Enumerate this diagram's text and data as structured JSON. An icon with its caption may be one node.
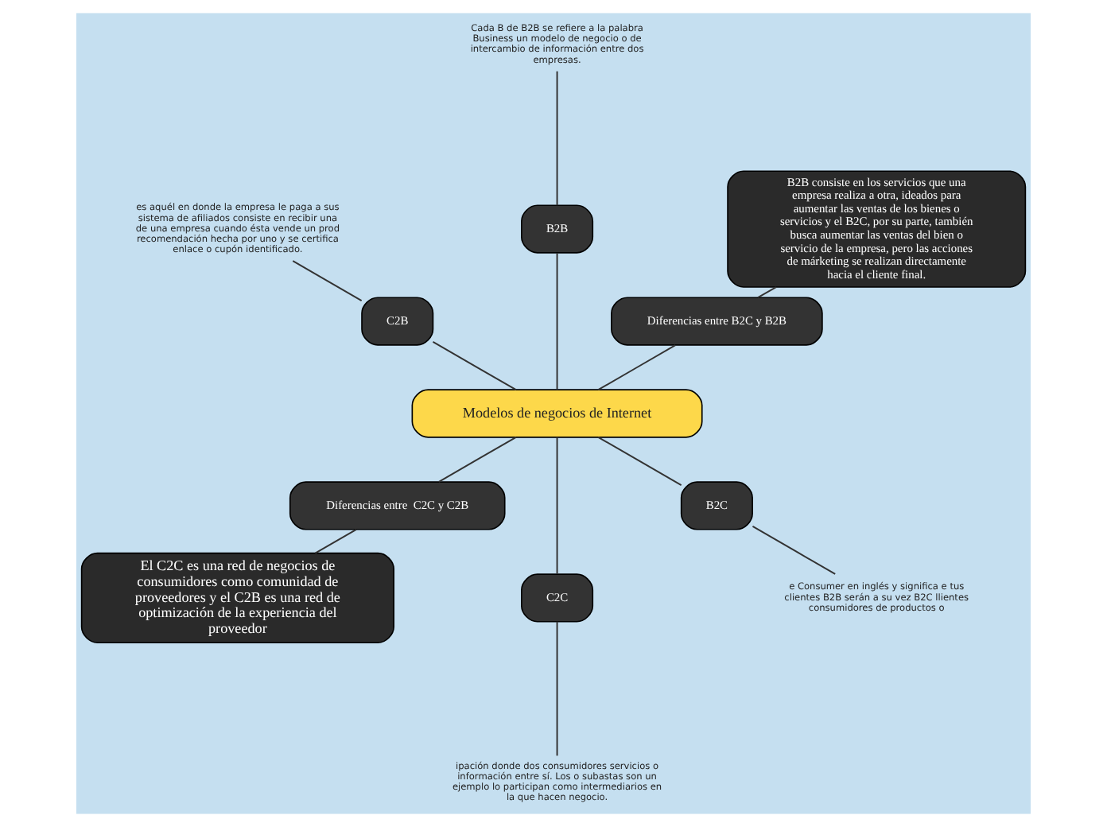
{
  "diagram": {
    "nodes": [
      {
        "text": [
          "Modelos de negocios de Internet"
        ]
      },
      {
        "text": [
          "Diferencias entre B2C y B2B"
        ]
      },
      {
        "text": [
          "B2B consiste en los servicios que una empresa realiza a otra, ideados para aumentar las ventas de los bienes o servicios y el B2C, por su parte, también busca aumentar las ventas del bien o servicio de la empresa, pero las acciones de márketing se realizan directamente hacia el cliente final."
        ]
      },
      {
        "text": [
          "B2B"
        ]
      },
      {
        "text": [
          "Cada B de B2B se refiere a la palabra Business un modelo de negocio o de intercambio de información entre dos empresas."
        ]
      },
      {
        "text": [
          "C2B"
        ]
      },
      {
        "text": [
          "es aquél en donde la empresa le paga a sus sistema de afiliados consiste en recibir una de una empresa cuando ésta vende un prod recomendación hecha por uno y se certifica enlace o cupón identificado."
        ]
      },
      {
        "text": [
          "Diferencias entre  C2C y C2B"
        ]
      },
      {
        "text": [
          "El C2C es una red de negocios de consumidores como comunidad de proveedores y el C2B es una red de optimización de la experiencia del proveedor"
        ]
      },
      {
        "text": [
          "C2C"
        ]
      },
      {
        "text": [
          "ipación donde dos consumidores servicios o información entre sí. Los o subastas son un ejemplo lo participan como intermediarios en la que hacen negocio."
        ]
      },
      {
        "text": [
          "B2C"
        ]
      },
      {
        "text": [
          "e Consumer en inglés y significa e tus clientes B2B serán a su vez B2C llientes consumidores de productos o"
        ]
      }
    ],
    "edges": [
      {
        "from": 0,
        "to": 1,
        "arrow": "none"
      },
      {
        "from": 1,
        "to": 2,
        "arrow": "none"
      },
      {
        "from": 0,
        "to": 3,
        "arrow": "none"
      },
      {
        "from": 3,
        "to": 4,
        "arrow": "none"
      },
      {
        "from": 0,
        "to": 5,
        "arrow": "none"
      },
      {
        "from": 5,
        "to": 6,
        "arrow": "none"
      },
      {
        "from": 0,
        "to": 7,
        "arrow": "none"
      },
      {
        "from": 7,
        "to": 8,
        "arrow": "none"
      },
      {
        "from": 0,
        "to": 9,
        "arrow": "none"
      },
      {
        "from": 9,
        "to": 10,
        "arrow": "none"
      },
      {
        "from": 0,
        "to": 11,
        "arrow": "none"
      },
      {
        "from": 11,
        "to": 12,
        "arrow": "none"
      }
    ]
  }
}
